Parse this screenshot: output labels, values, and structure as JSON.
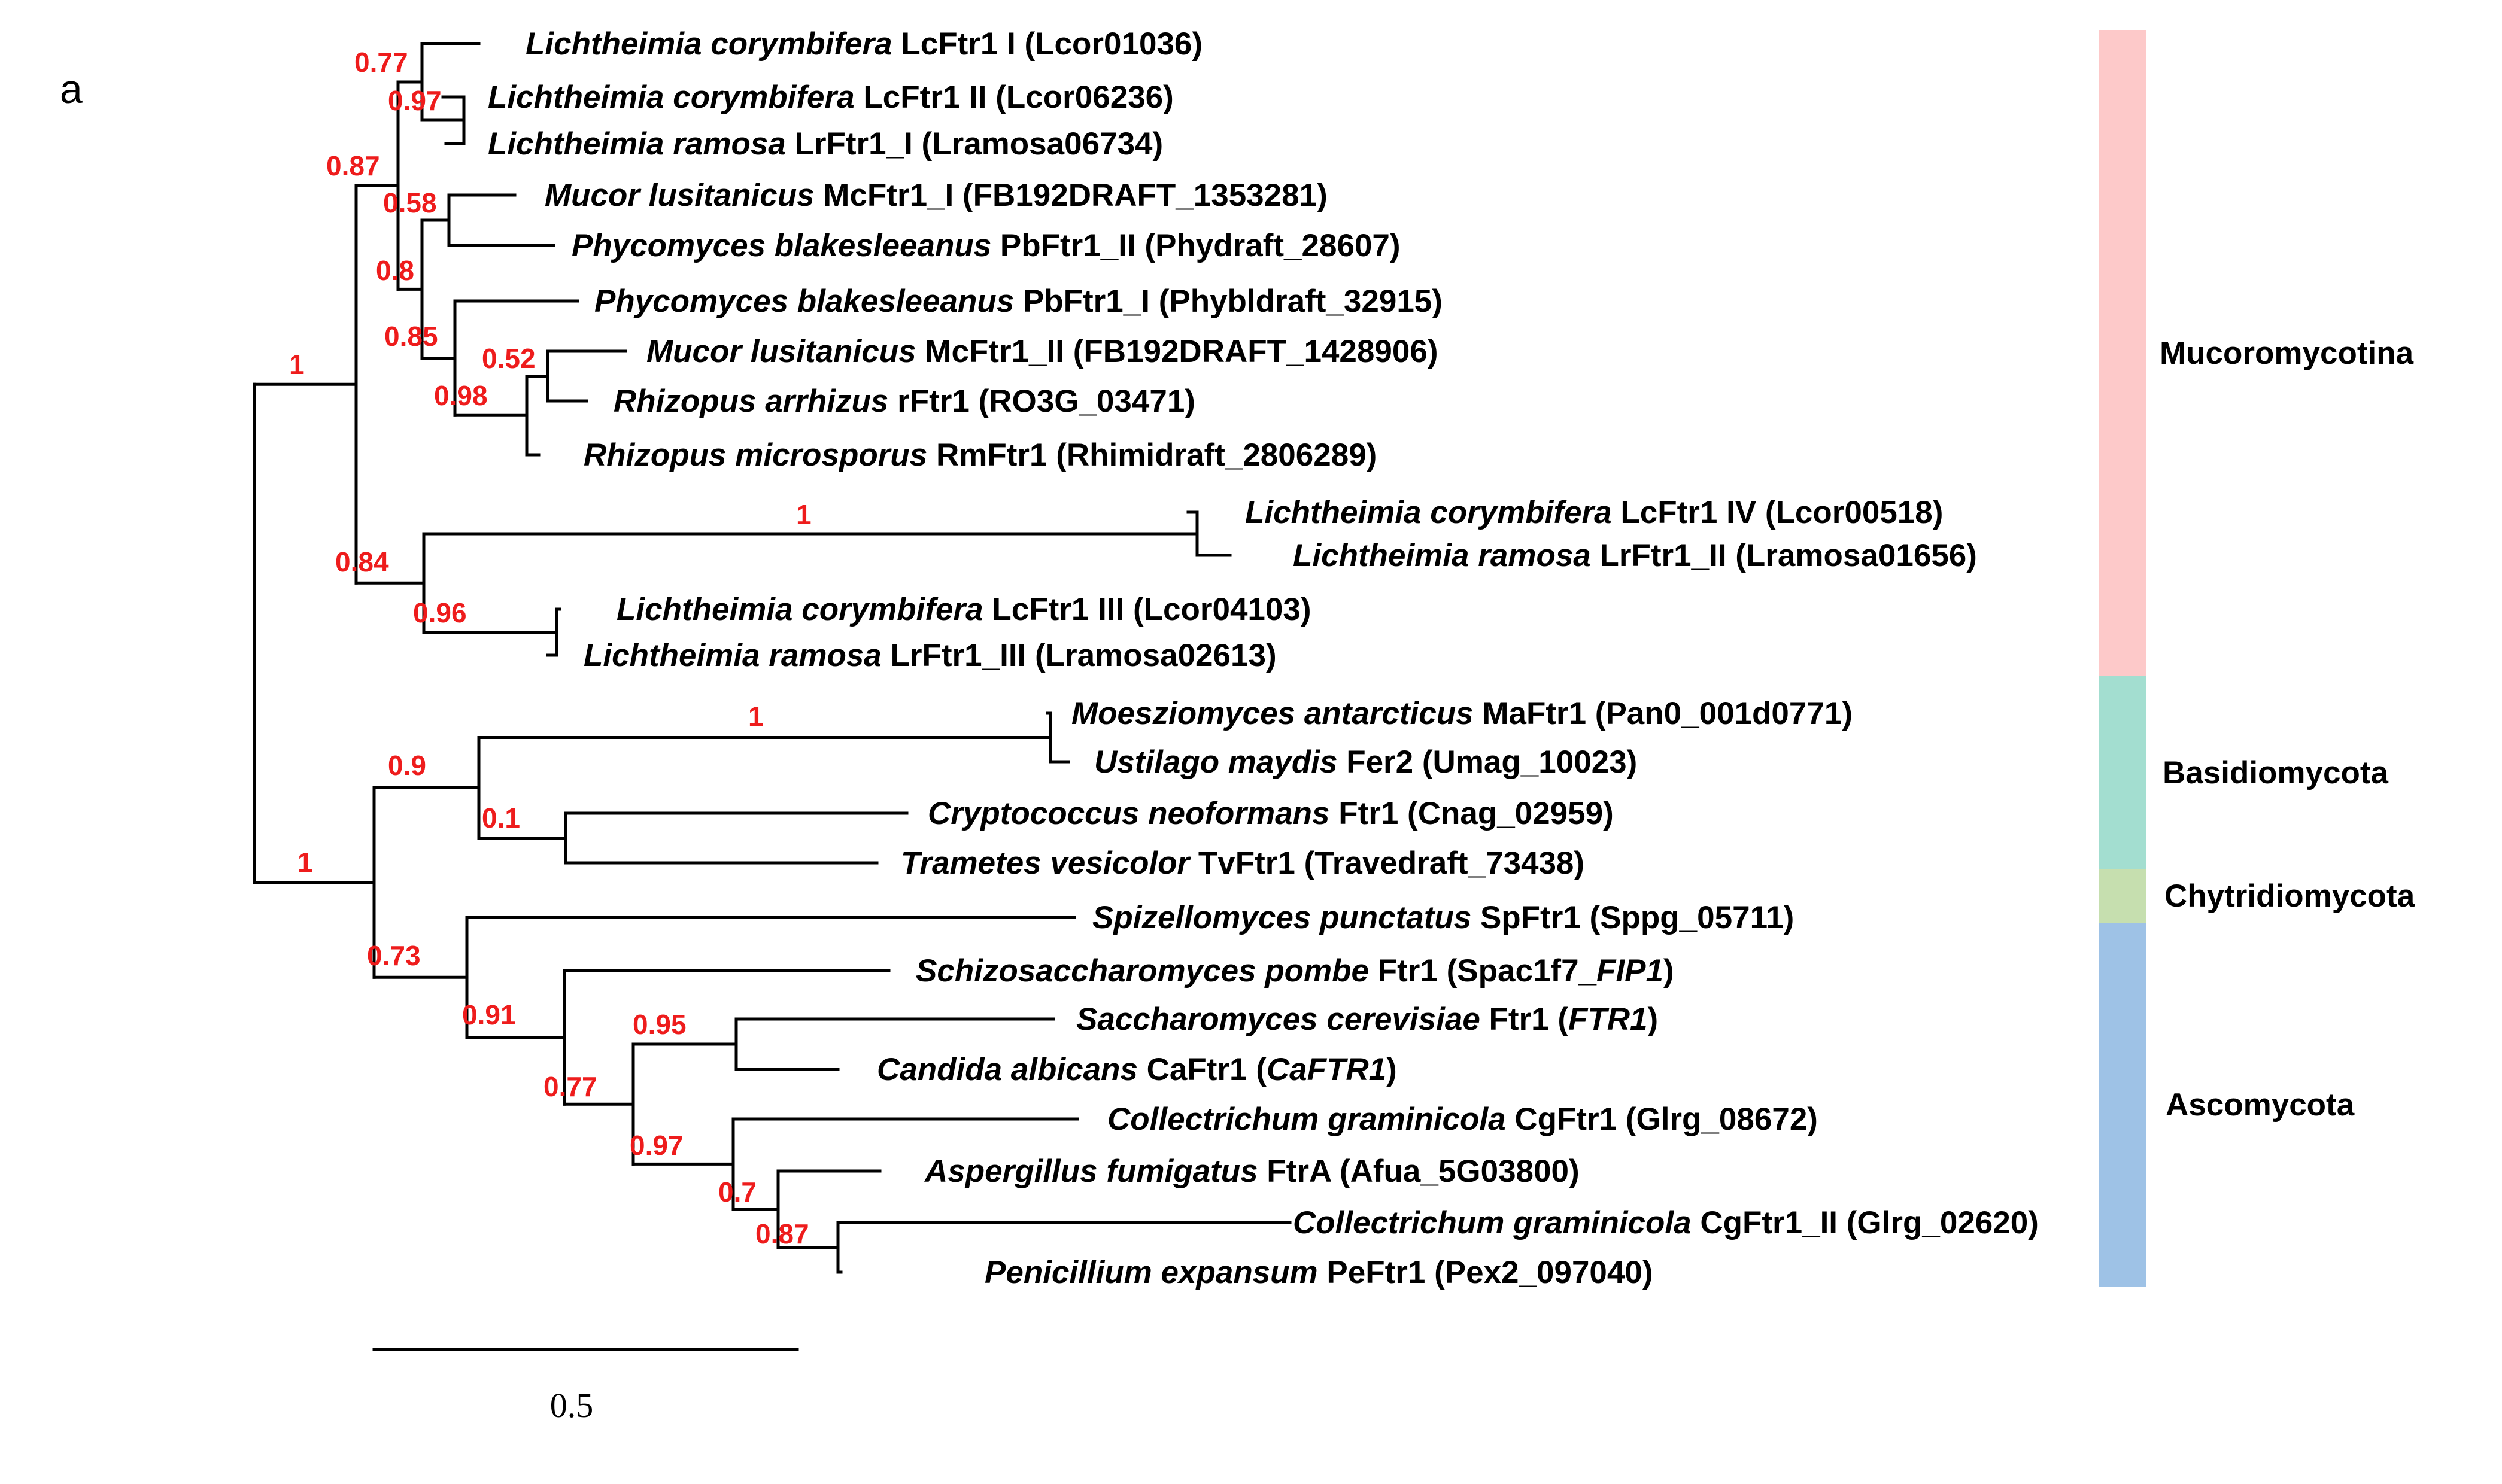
{
  "panel_label": "a",
  "scale_bar": {
    "label": "0.5"
  },
  "colors": {
    "branch": "#000000",
    "support": "#ee1c1c",
    "Mucoromycotina": "#fdc9c9",
    "Basidiomycota": "#a3ded0",
    "Chytridiomycota": "#c6dfaf",
    "Ascomycota": "#9ec2e6"
  },
  "taxa": [
    {
      "species": "Lichtheimia corymbifera",
      "rest": " LcFtr1 I (Lcor01036)"
    },
    {
      "species": "Lichtheimia corymbifera",
      "rest": " LcFtr1 II (Lcor06236)"
    },
    {
      "species": "Lichtheimia ramosa",
      "rest": " LrFtr1_I (Lramosa06734)"
    },
    {
      "species": "Mucor lusitanicus",
      "rest": " McFtr1_I (FB192DRAFT_1353281)"
    },
    {
      "species": "Phycomyces blakesleeanus",
      "rest": " PbFtr1_II (Phydraft_28607)"
    },
    {
      "species": "Phycomyces blakesleeanus",
      "rest": " PbFtr1_I (Phybldraft_32915)"
    },
    {
      "species": "Mucor lusitanicus",
      "rest": " McFtr1_II (FB192DRAFT_1428906)"
    },
    {
      "species": "Rhizopus arrhizus",
      "rest": " rFtr1 (RO3G_03471)"
    },
    {
      "species": "Rhizopus microsporus",
      "rest": " RmFtr1 (Rhimidraft_2806289)"
    },
    {
      "species": "Lichtheimia corymbifera",
      "rest": " LcFtr1 IV  (Lcor00518)"
    },
    {
      "species": "Lichtheimia ramosa",
      "rest": " LrFtr1_II (Lramosa01656)"
    },
    {
      "species": "Lichtheimia corymbifera",
      "rest": " LcFtr1 III (Lcor04103)"
    },
    {
      "species": "Lichtheimia ramosa",
      "rest": " LrFtr1_III (Lramosa02613)"
    },
    {
      "species": "Moesziomyces antarcticus",
      "rest": " MaFtr1 (Pan0_001d0771)"
    },
    {
      "species": "Ustilago maydis",
      "rest": " Fer2 (Umag_10023)"
    },
    {
      "species": "Cryptococcus neoformans",
      "rest": " Ftr1 (Cnag_02959)"
    },
    {
      "species": "Trametes vesicolor",
      "rest": " TvFtr1 (Travedraft_73438)"
    },
    {
      "species": "Spizellomyces punctatus",
      "rest": " SpFtr1 (Sppg_05711)"
    },
    {
      "species": "Schizosaccharomyces pombe",
      "rest": " Ftr1 (Spac1f7_",
      "gene": "FIP1",
      "tail": ")"
    },
    {
      "species": "Saccharomyces cerevisiae",
      "rest": " Ftr1 (",
      "gene": "FTR1",
      "tail": ")"
    },
    {
      "species": "Candida albicans",
      "rest": " CaFtr1 (",
      "gene": "CaFTR1",
      "tail": ")"
    },
    {
      "species": "Collectrichum graminicola",
      "rest": " CgFtr1 (Glrg_08672)"
    },
    {
      "species": "Aspergillus fumigatus",
      "rest": " FtrA (Afua_5G03800)"
    },
    {
      "species": "Collectrichum graminicola",
      "rest": " CgFtr1_II (Glrg_02620)"
    },
    {
      "species": "Penicillium expansum",
      "rest": " PeFtr1 (Pex2_097040)"
    }
  ],
  "support_values": [
    "0.77",
    "0.97",
    "0.87",
    "0.58",
    "0.8",
    "0.85",
    "0.52",
    "0.98",
    "1",
    "1",
    "0.84",
    "0.96",
    "1",
    "0.9",
    "0.1",
    "1",
    "0.73",
    "0.91",
    "0.95",
    "0.77",
    "0.97",
    "0.7",
    "0.87"
  ],
  "clades": [
    {
      "name": "Mucoromycotina"
    },
    {
      "name": "Basidiomycota"
    },
    {
      "name": "Chytridiomycota"
    },
    {
      "name": "Ascomycota"
    }
  ]
}
